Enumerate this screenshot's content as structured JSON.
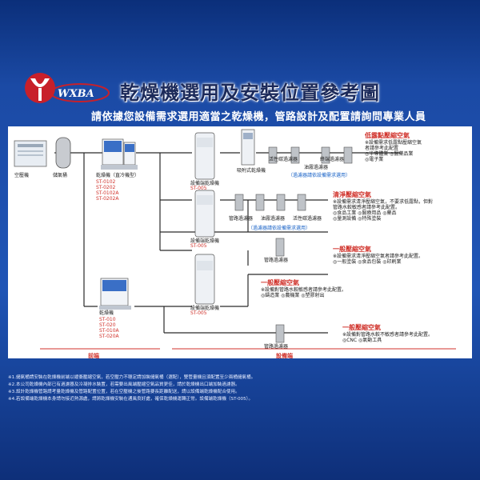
{
  "header": {
    "logo_text": "WXBA",
    "title": "乾燥機選用及安裝位置參考圖",
    "subtitle": "請依據您設備需求選用適當之乾燥機，管路設計及配置請詢問專業人員"
  },
  "diagram": {
    "compressor_label": "空壓機",
    "tank_label": "儲氣桶",
    "dryer1_label": "乾燥機（直冷機型）",
    "dryer1_models": [
      "ST-0102",
      "ST-0202",
      "ST-0102A",
      "ST-0202A"
    ],
    "dryer2_label": "乾燥機",
    "dryer2_models": [
      "ST-010",
      "ST-020",
      "ST-010A",
      "ST-020A"
    ],
    "adsorb_label": "吸附式乾燥機",
    "post_dryer_label": "設備端乾燥機",
    "post_dryer_code": "ST-005",
    "carbon_filter": "活性碳過濾器",
    "final_filter": "終端過濾器",
    "oil_filter": "油霧過濾器",
    "pipe_filter": "管路過濾器",
    "filter_note": "（過濾器請依設備需求選用）",
    "front_end": "前端",
    "device_end": "設備端"
  },
  "categories": [
    {
      "title": "低露點壓縮空氣",
      "lines": [
        "※設備需求低露點壓縮空氣",
        "者請參考此配置",
        "◎半導體業 ◎醫藥品業",
        "◎電子業"
      ]
    },
    {
      "title": "清淨壓縮空氣",
      "lines": [
        "※設備需求清淨壓縮空氣，不要求低露點，但對",
        "管路水較敏感者請參考此配置。",
        "◎食品工業 ◎醫療用品 ◎藥品",
        "◎量測設備 ◎特殊塗裝"
      ]
    },
    {
      "title": "一般壓縮空氣",
      "lines": [
        "※設備需求清淨壓縮空氣者請參考此配置。",
        "◎一般塗裝 ◎食品包裝 ◎印刷業"
      ]
    },
    {
      "title": "一般壓縮空氣",
      "lines": [
        "※設備對管路水較敏感者請參考此配置。",
        "◎鑄造業 ◎農機業 ◎塑膠射出"
      ]
    },
    {
      "title": "一般壓縮空氣",
      "lines": [
        "※設備對管路水較不敏感者請參考此配置。",
        "◎CNC ◎氣動工具"
      ]
    }
  ],
  "notes": [
    "※1.儲氣桶請安裝在乾燥機前端以緩衝壓縮空氣，若空壓力不穩定請加裝儲氣桶（選配），雙管量機且須配置至少兩桶儲氣桶。",
    "※2.本公司乾燥機內部已有過濾器及冷凝排水裝置，若需要出風端壓縮空氣品質更佳，請於乾燥機出口端加裝過濾器。",
    "※3.設計乾燥機管路請考量乾燥機及管路配置位置，若在空壓機之後管路要長距離配送，請以設備端乾燥機配合使用。",
    "※4.若設備端乾燥機本身請勿接近熱源處，請將乾燥機安裝在通風良好處，確保乾燥機運轉正常。設備端乾燥機（ST-005）。"
  ],
  "colors": {
    "background_top": "#0b2f7a",
    "background_bottom": "#1f55b6",
    "accent_red": "#d0322b",
    "accent_blue": "#1a63c7"
  }
}
